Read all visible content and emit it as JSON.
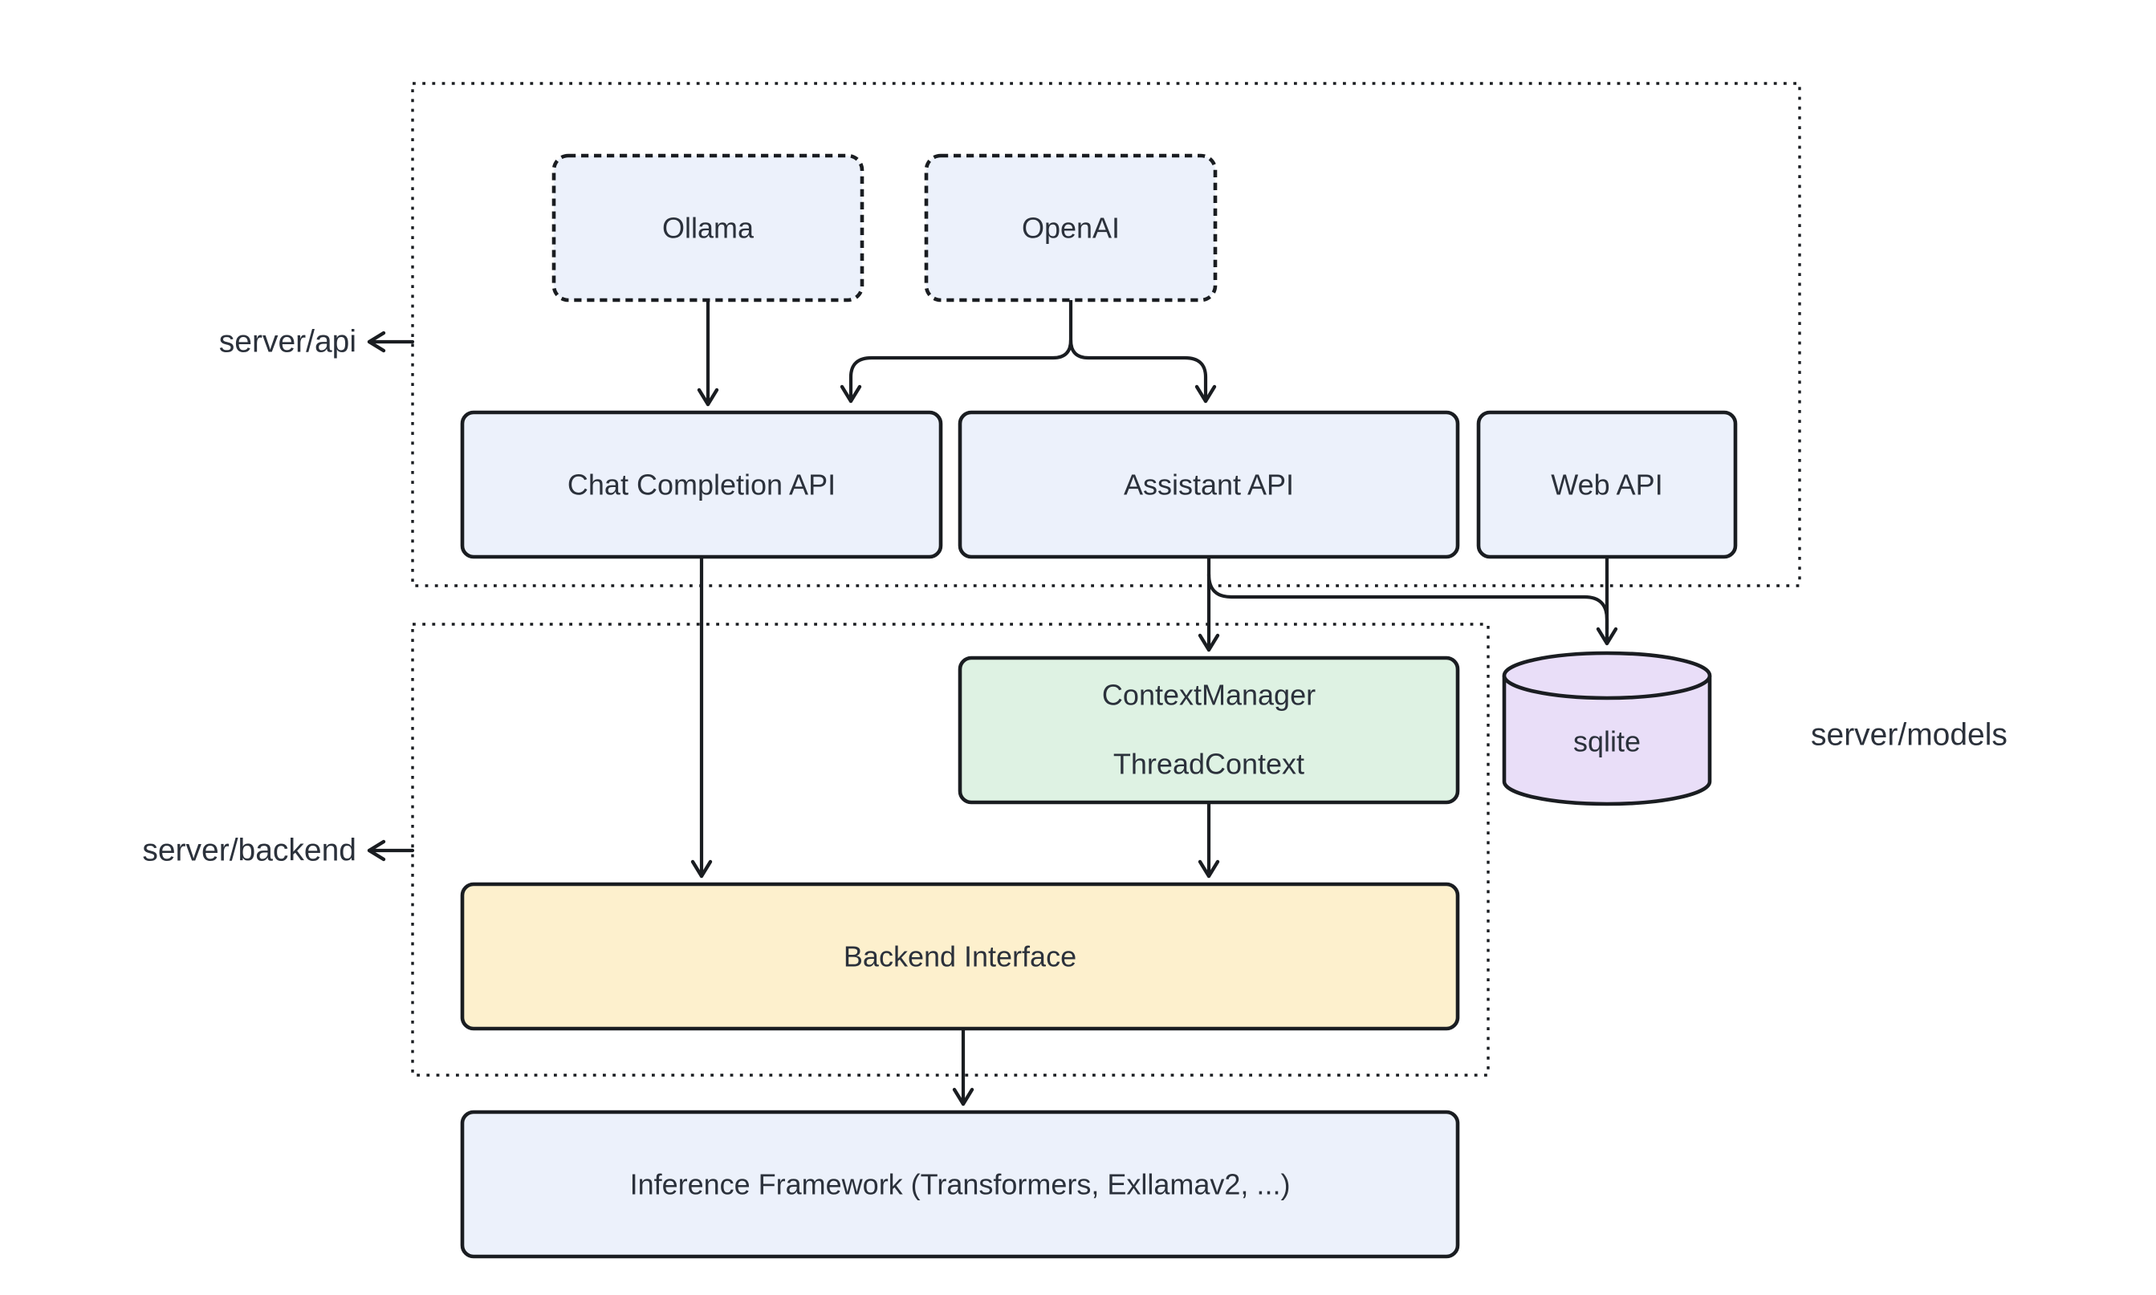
{
  "diagram": {
    "type": "architecture-diagram",
    "background": "#ffffff",
    "colors": {
      "box_blue": "#ecf1fb",
      "box_green": "#def2e3",
      "box_yellow": "#fdf0cd",
      "box_purple": "#e9def8",
      "line": "#1a1d21",
      "text": "#2b313b"
    },
    "side_labels": {
      "api": "server/api",
      "backend": "server/backend",
      "models": "server/models"
    },
    "nodes": {
      "ollama": {
        "label": "Ollama"
      },
      "openai": {
        "label": "OpenAI"
      },
      "chat_completion": {
        "label": "Chat Completion API"
      },
      "assistant": {
        "label": "Assistant API"
      },
      "web_api": {
        "label": "Web API"
      },
      "context_manager": {
        "line1": "ContextManager",
        "line2": "ThreadContext"
      },
      "sqlite": {
        "label": "sqlite"
      },
      "backend_interface": {
        "label": "Backend Interface"
      },
      "inference": {
        "label": "Inference Framework (Transformers, Exllamav2, ...)"
      }
    },
    "edges": [
      {
        "from": "ollama",
        "to": "chat_completion"
      },
      {
        "from": "openai",
        "to": "chat_completion"
      },
      {
        "from": "openai",
        "to": "assistant"
      },
      {
        "from": "chat_completion",
        "to": "backend_interface"
      },
      {
        "from": "assistant",
        "to": "context_manager"
      },
      {
        "from": "assistant",
        "to": "sqlite"
      },
      {
        "from": "web_api",
        "to": "sqlite"
      },
      {
        "from": "context_manager",
        "to": "backend_interface"
      },
      {
        "from": "backend_interface",
        "to": "inference"
      }
    ]
  }
}
